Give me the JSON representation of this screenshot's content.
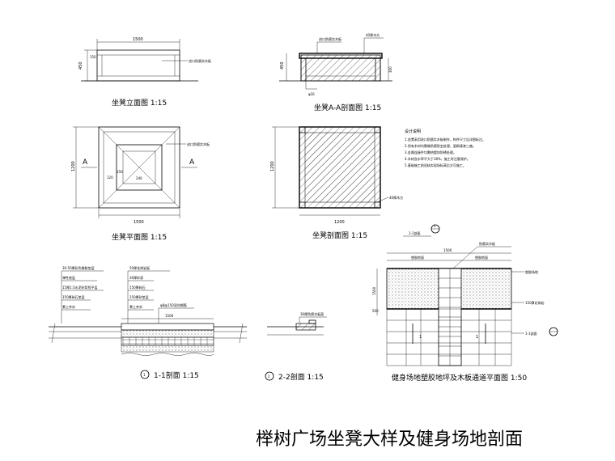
{
  "sheet_title": "榉树广场坐凳大样及健身场地剖面",
  "elevation": {
    "caption": "坐凳立面图 1:15",
    "dim_width": "1500",
    "dim_height": "450",
    "dim_small": "150",
    "note": "进口防腐实木板"
  },
  "section_aa": {
    "caption": "坐凳A-A剖面图 1:15",
    "note_top": "进口防腐实木板",
    "note_right": "40厚木方",
    "dim_height": "450",
    "dim_inner": "300",
    "note_bottom": "φ16"
  },
  "plan": {
    "caption": "坐凳平面图 1:15",
    "marker_left": "A",
    "marker_right": "A",
    "dim_width": "1500",
    "dim_height": "1200",
    "dim_a": "120",
    "dim_b": "150",
    "dim_c": "240",
    "note": "进口防腐实木板"
  },
  "section_plan": {
    "caption": "坐凳剖面图 1:15",
    "dim_width": "1200",
    "dim_height": "1200",
    "note": "40厚木方"
  },
  "notes": {
    "title": "设计说明",
    "lines": [
      "1.坐凳采用进口防腐实木板制作，构件尺寸见详图标注。",
      "2.所有木材均需做防腐防虫处理，面刷清漆三遍。",
      "3.金属连接件均需热镀锌防锈处理。",
      "4.木材含水率不大于18%，施工时注意保护。",
      "5.基础施工前须核实现场标高后方可施工。"
    ]
  },
  "section_11": {
    "number": "1",
    "caption": "1-1剖面 1:15",
    "labels": [
      "30-50厚彩色橡胶垫层",
      "弹性底层",
      "15厚1:3水泥砂浆找平层",
      "150厚碎石垫层",
      "素土夯实"
    ],
    "labels_right": [
      "50厚花岗岩板",
      "30厚砂浆",
      "150厚碎石",
      "150厚砂垫层",
      "素土夯实"
    ],
    "dim": "1500",
    "note": "φ8@150双向钢筋"
  },
  "section_22": {
    "number": "2",
    "caption": "2-2剖面 1:15",
    "note": "30厚防腐木板面"
  },
  "fitness_plan": {
    "caption": "健身场地塑胶地坪及木板通道平面图 1:50",
    "marker": "1",
    "marker_label": "1-1剖面",
    "dim_width": "1500",
    "dim_height": "1500",
    "dim_small": "500",
    "label_left": "塑胶地面",
    "label_right": "塑胶地面",
    "note_top": "防腐实木板",
    "note_r1": "塑胶场地",
    "note_r2": "150厚花岗岩",
    "note_r3": "1-1剖面",
    "section_mark_1": "1",
    "section_mark_2": "1"
  }
}
